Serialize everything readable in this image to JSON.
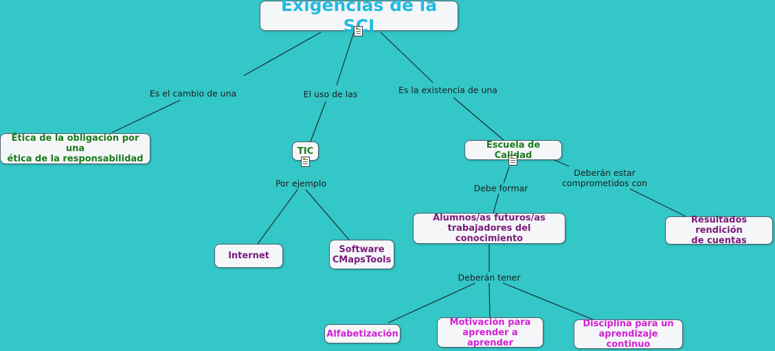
{
  "title": "Exigencias de la SCI",
  "nodes": {
    "etica": "Ética de la obligación por una\nética de la responsabilidad",
    "tic": "TIC",
    "escuela": "Escuela de Calidad",
    "internet": "Internet",
    "software": "Software\nCMapsTools",
    "alumnos": "Alumnos/as futuros/as\ntrabajadores del conocimiento",
    "resultados": "Resultados rendición\nde cuentas",
    "alfabetizacion": "Alfabetización",
    "motivacion": "Motivación para\naprender a aprender",
    "disciplina": "Disciplina para un\naprendizaje continuo"
  },
  "links": {
    "cambio": "Es el cambio de una",
    "uso": "El uso de las",
    "existencia": "Es la existencia de una",
    "ejemplo": "Por ejemplo",
    "formar": "Debe formar",
    "comprometidos": "Deberán estar\ncomprometidos con",
    "tener": "Deberán tener"
  },
  "icons": [
    "document-icon",
    "document-icon",
    "document-icon"
  ],
  "colors": {
    "background": "#33c7c7",
    "title": "#22bbe0",
    "green_text": "#1a7a1a",
    "purple_text": "#7a1a7a",
    "magenta_text": "#d41fd4"
  }
}
